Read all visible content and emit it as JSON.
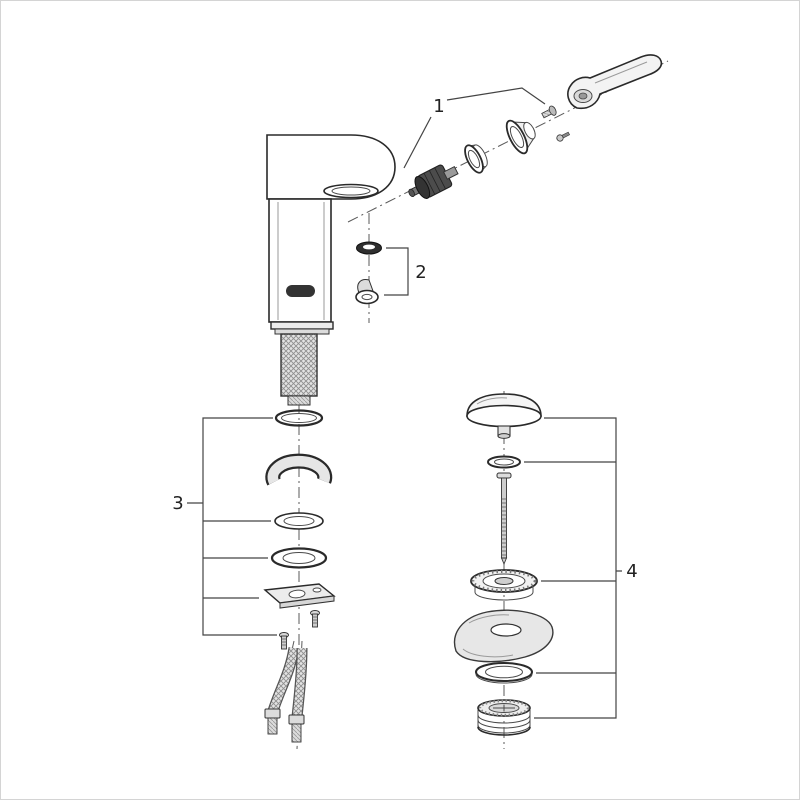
{
  "diagram": {
    "kind": "exploded-parts-diagram",
    "callouts": [
      {
        "label": "1"
      },
      {
        "label": "2"
      },
      {
        "label": "3"
      },
      {
        "label": "4"
      }
    ],
    "colors": {
      "line": "#2a2a2a",
      "callout": "#444444",
      "label": "#222222",
      "background": "#ffffff",
      "shade": "#ececec"
    }
  }
}
